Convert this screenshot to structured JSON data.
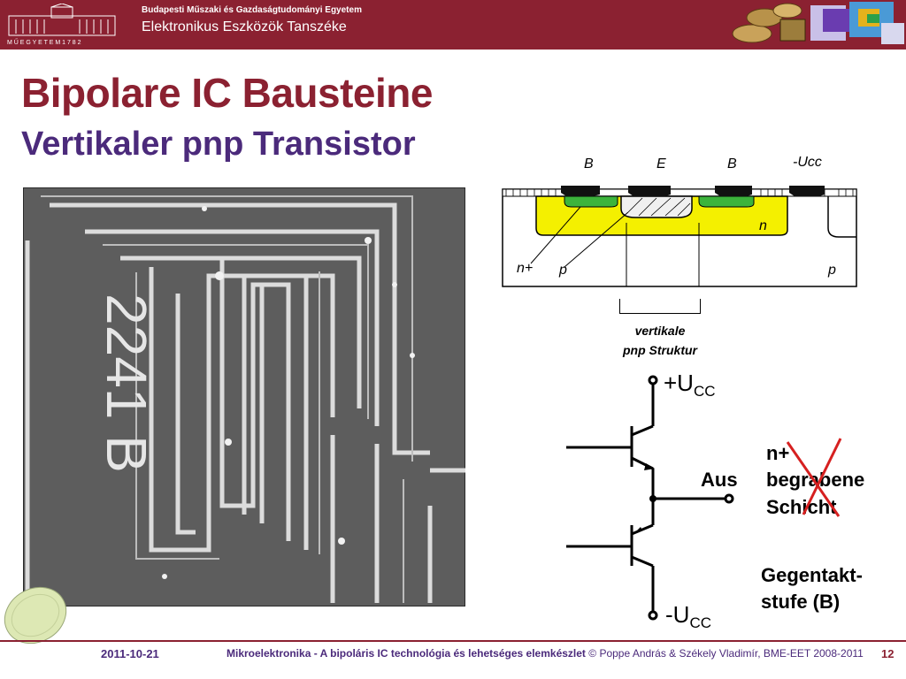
{
  "header": {
    "university": "Budapesti Műszaki és Gazdaságtudományi Egyetem",
    "department": "Elektronikus Eszközök Tanszéke",
    "logo_text": "M Ű E G Y E T E M   1 7 8 2"
  },
  "slide": {
    "title": "Bipolare IC Bausteine",
    "subtitle": "Vertikaler  pnp  Transistor"
  },
  "cross_section": {
    "labels": [
      "B",
      "E",
      "B",
      "-Ucc",
      "n",
      "n+",
      "p",
      "p"
    ],
    "caption_line1": "vertikale",
    "caption_line2": "pnp Struktur"
  },
  "micrograph": {
    "engraved_text": "2241 B"
  },
  "circuit": {
    "vcc_plus": "+U",
    "vcc_minus": "-U",
    "vcc_sub": "CC",
    "out_label": "Aus",
    "note_line1": "n+",
    "note_line2": "begrabene",
    "note_line3": "Schicht",
    "stage_line1": "Gegentakt-",
    "stage_line2": "stufe (B)"
  },
  "footer": {
    "date": "2011-10-21",
    "course": "Mikroelektronika - A bipoláris IC technológia és lehetséges elemkészlet",
    "copyright": "© Poppe András & Székely Vladimír, BME-EET 2008-2011",
    "page": "12"
  },
  "colors": {
    "header_bg": "#8b2131",
    "title": "#8b2131",
    "subtitle": "#4b2a7b",
    "n_region": "#f4f000",
    "p_region": "#3cb43c",
    "cross_mark": "#d62020"
  }
}
